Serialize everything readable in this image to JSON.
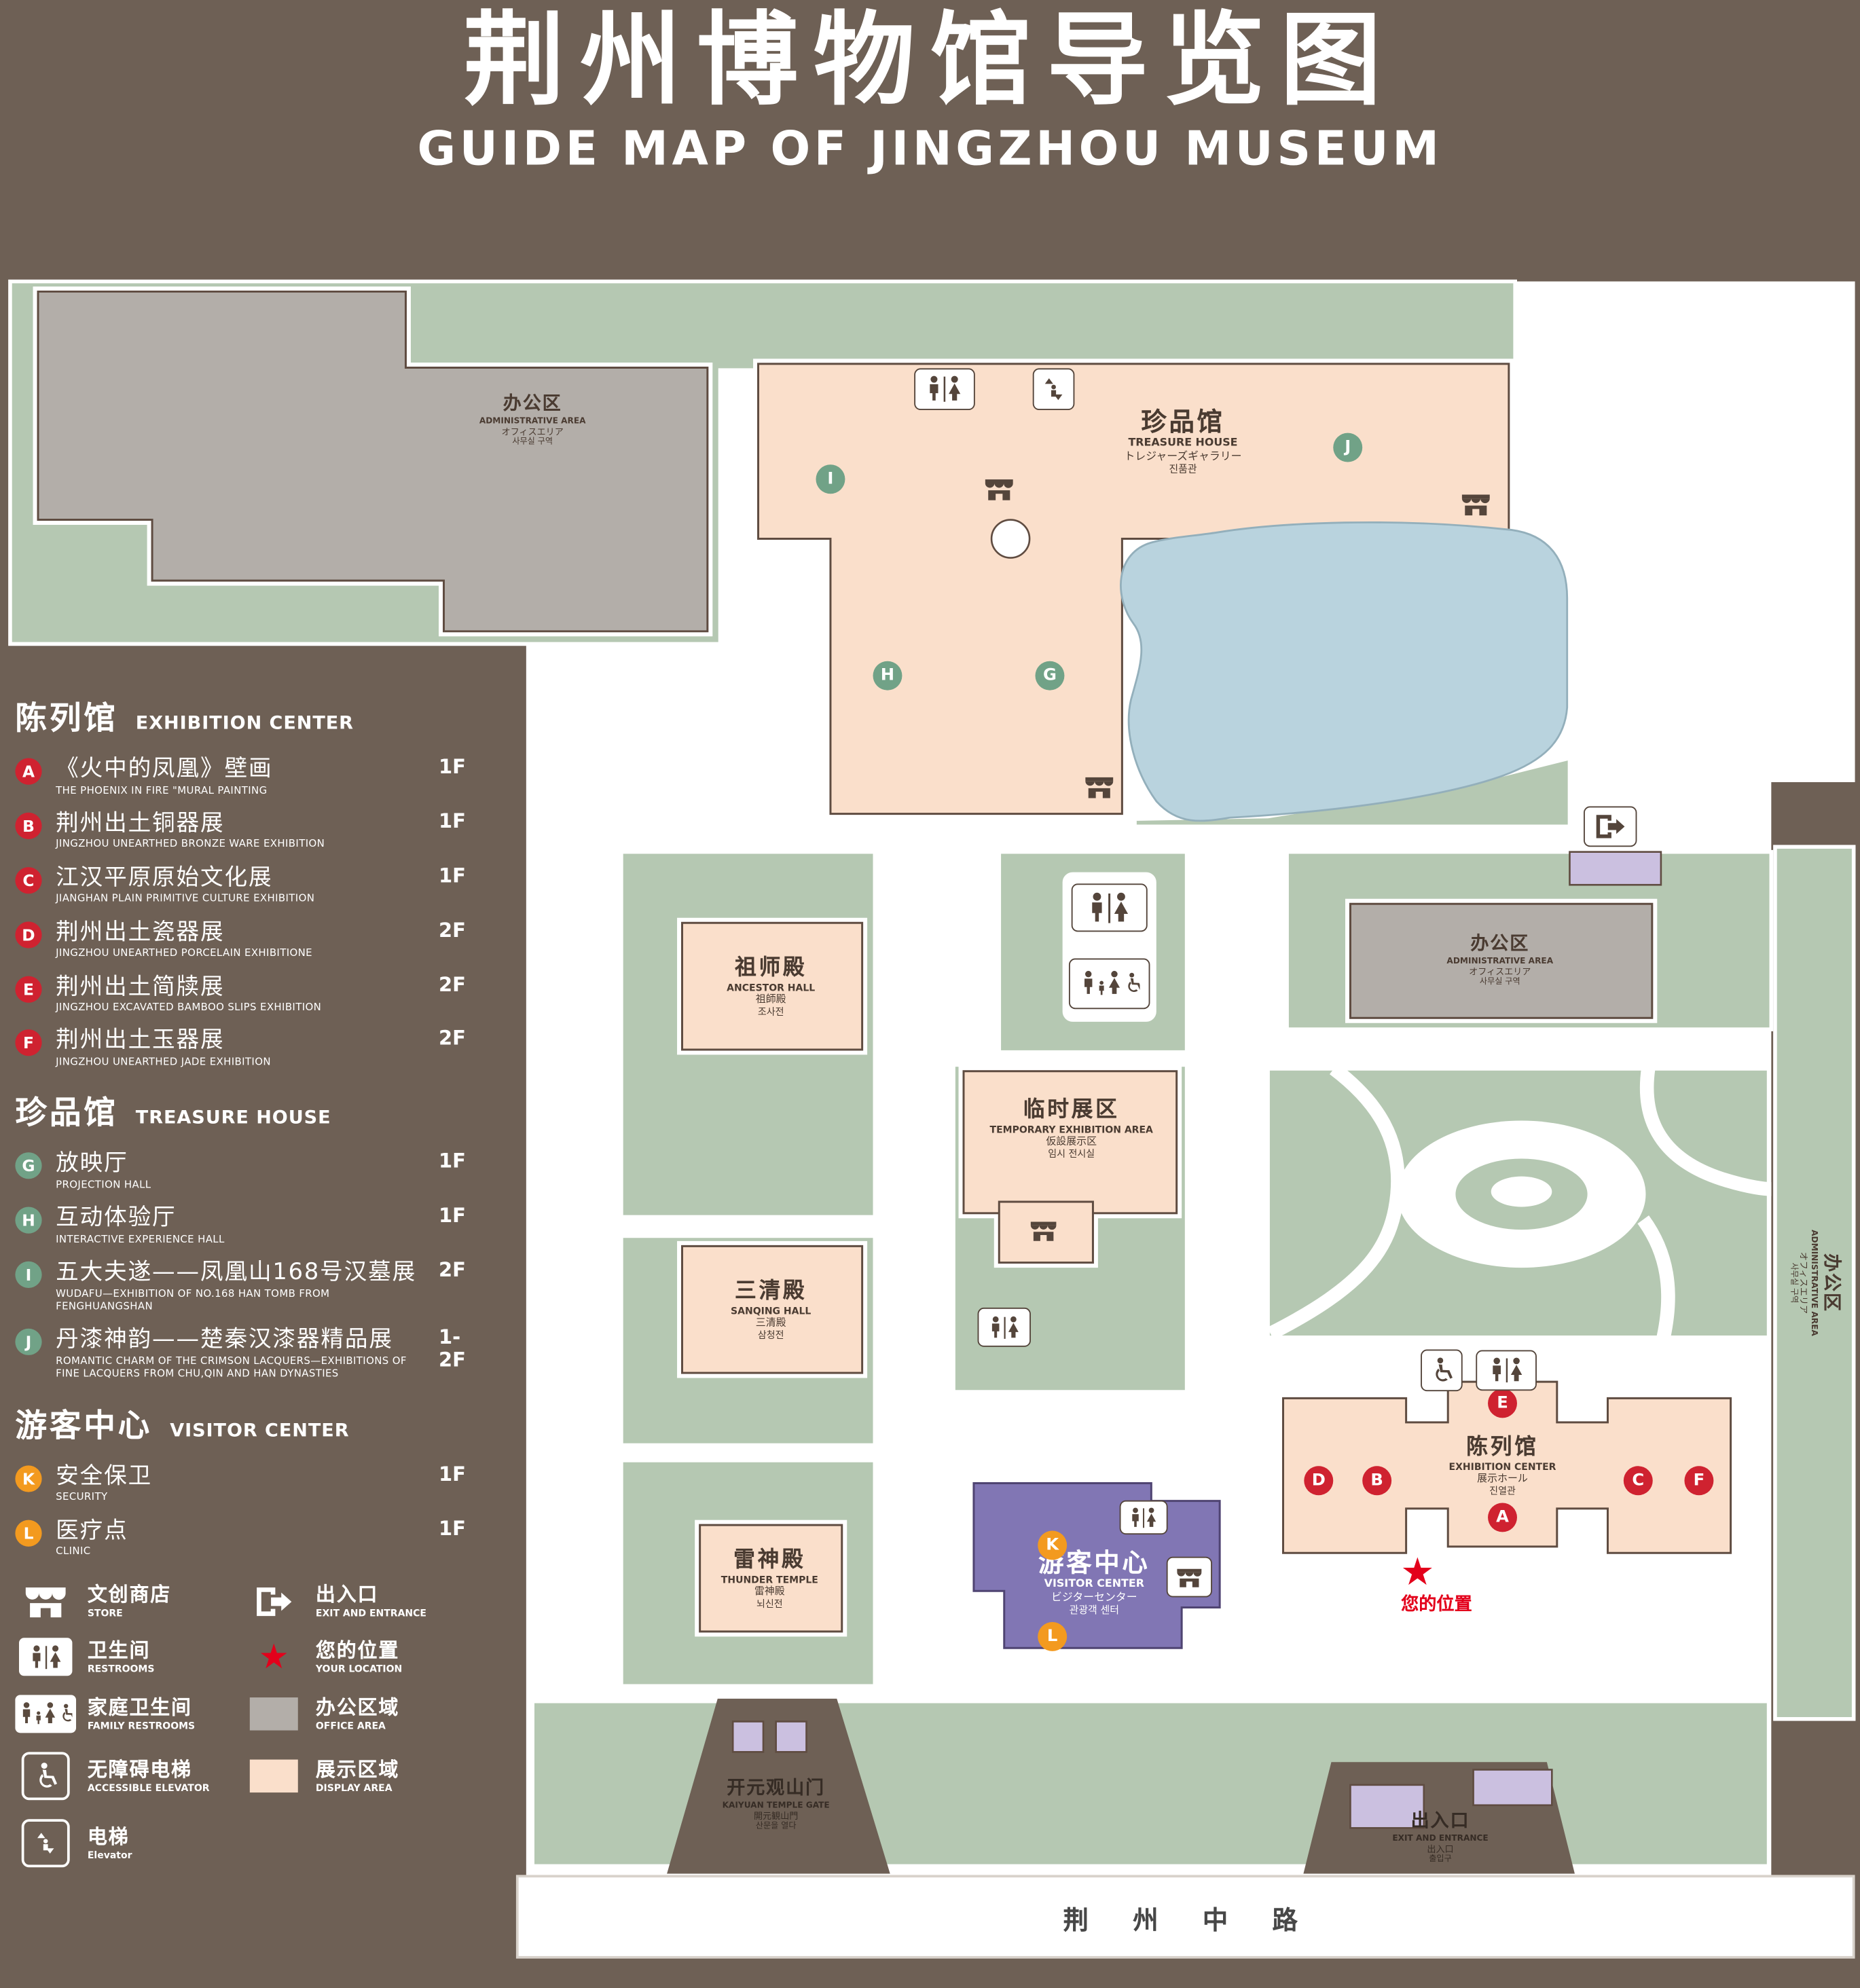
{
  "header": {
    "title_zh": "荆州博物馆导览图",
    "title_en": "GUIDE MAP OF JINGZHOU MUSEUM"
  },
  "legend": {
    "sections": [
      {
        "zh": "陈列馆",
        "en": "EXHIBITION CENTER",
        "marker_color": "#cf2230",
        "items": [
          {
            "letter": "A",
            "zh": "《火中的凤凰》壁画",
            "en": "THE PHOENIX IN FIRE \"MURAL PAINTING",
            "floor": "1F"
          },
          {
            "letter": "B",
            "zh": "荆州出土铜器展",
            "en": "JINGZHOU UNEARTHED BRONZE WARE EXHIBITION",
            "floor": "1F"
          },
          {
            "letter": "C",
            "zh": "江汉平原原始文化展",
            "en": "JIANGHAN PLAIN PRIMITIVE CULTURE EXHIBITION",
            "floor": "1F"
          },
          {
            "letter": "D",
            "zh": "荆州出土瓷器展",
            "en": "JINGZHOU UNEARTHED PORCELAIN EXHIBITIONE",
            "floor": "2F"
          },
          {
            "letter": "E",
            "zh": "荆州出土简牍展",
            "en": "JINGZHOU EXCAVATED BAMBOO SLIPS EXHIBITION",
            "floor": "2F"
          },
          {
            "letter": "F",
            "zh": "荆州出土玉器展",
            "en": "JINGZHOU UNEARTHED JADE EXHIBITION",
            "floor": "2F"
          }
        ]
      },
      {
        "zh": "珍品馆",
        "en": "TREASURE HOUSE",
        "marker_color": "#71a287",
        "items": [
          {
            "letter": "G",
            "zh": "放映厅",
            "en": "PROJECTION HALL",
            "floor": "1F"
          },
          {
            "letter": "H",
            "zh": "互动体验厅",
            "en": "INTERACTIVE EXPERIENCE HALL",
            "floor": "1F"
          },
          {
            "letter": "I",
            "zh": "五大夫遂——凤凰山168号汉墓展",
            "en": "WUDAFU—EXHIBITION OF NO.168 HAN TOMB FROM FENGHUANGSHAN",
            "floor": "2F"
          },
          {
            "letter": "J",
            "zh": "丹漆神韵——楚秦汉漆器精品展",
            "en": "ROMANTIC CHARM OF THE CRIMSON LACQUERS—EXHIBITIONS OF FINE LACQUERS FROM CHU,QIN AND HAN DYNASTIES",
            "floor": "1-2F"
          }
        ]
      },
      {
        "zh": "游客中心",
        "en": "VISITOR CENTER",
        "marker_color": "#f39a1f",
        "items": [
          {
            "letter": "K",
            "zh": "安全保卫",
            "en": "SECURITY",
            "floor": "1F"
          },
          {
            "letter": "L",
            "zh": "医疗点",
            "en": "CLINIC",
            "floor": "1F"
          }
        ]
      }
    ],
    "symbols": [
      {
        "zh": "文创商店",
        "en": "STORE"
      },
      {
        "zh": "出入口",
        "en": "EXIT AND ENTRANCE"
      },
      {
        "zh": "卫生间",
        "en": "RESTROOMS"
      },
      {
        "zh": "您的位置",
        "en": "YOUR LOCATION"
      },
      {
        "zh": "家庭卫生间",
        "en": "FAMILY RESTROOMS"
      },
      {
        "zh": "办公区域",
        "en": "OFFICE AREA"
      },
      {
        "zh": "无障碍电梯",
        "en": "ACCESSIBLE ELEVATOR"
      },
      {
        "zh": "展示区域",
        "en": "DISPLAY AREA"
      },
      {
        "zh": "电梯",
        "en": "Elevator"
      }
    ]
  },
  "map": {
    "labels": {
      "admin": {
        "zh": "办公区",
        "en": "ADMINISTRATIVE AREA",
        "ja": "オフィスエリア",
        "ko": "사무실 구역"
      },
      "treasure": {
        "zh": "珍品馆",
        "en": "TREASURE HOUSE",
        "ja": "トレジャーズギャラリー",
        "ko": "진품관"
      },
      "ancestor": {
        "zh": "祖师殿",
        "en": "ANCESTOR HALL",
        "ja": "祖師殿",
        "ko": "조사전"
      },
      "temporary": {
        "zh": "临时展区",
        "en": "TEMPORARY EXHIBITION AREA",
        "ja": "仮設展示区",
        "ko": "임시 전시실"
      },
      "sanqing": {
        "zh": "三清殿",
        "en": "SANQING HALL",
        "ja": "三清殿",
        "ko": "삼청전"
      },
      "thunder": {
        "zh": "雷神殿",
        "en": "THUNDER TEMPLE",
        "ja": "雷神殿",
        "ko": "뇌신전"
      },
      "visitor": {
        "zh": "游客中心",
        "en": "VISITOR CENTER",
        "ja": "ビジターセンター",
        "ko": "관광객 센터"
      },
      "exhibition": {
        "zh": "陈列馆",
        "en": "EXHIBITION CENTER",
        "ja": "展示ホール",
        "ko": "진열관"
      },
      "exit": {
        "zh": "出入口",
        "en": "EXIT AND ENTRANCE",
        "ja": "出入口",
        "ko": "출입구"
      },
      "gate": {
        "zh": "开元观山门",
        "en": "KAIYUAN TEMPLE GATE",
        "ja": "開元観山門",
        "ko": "산문을 열다"
      },
      "road": "荆 州 中 路",
      "your_location": "您的位置"
    }
  },
  "colors": {
    "background": "#6e6055",
    "lawn": "#b5c8b2",
    "display_area": "#fadfcb",
    "office_area": "#b3aea9",
    "visitor_center": "#8176b4",
    "entrance_pad": "#cbc0e0",
    "water": "#b9d3de",
    "marker_red": "#cf2230",
    "marker_green": "#71a287",
    "marker_orange": "#f39a1f",
    "location_red": "#e3001b",
    "text_white": "#ffffff",
    "text_dark": "#4a3b31"
  }
}
